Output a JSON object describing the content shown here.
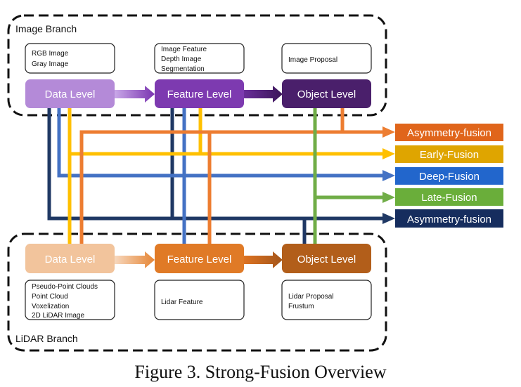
{
  "image_branch": {
    "title": "Image Branch",
    "levels": {
      "data": "Data Level",
      "feature": "Feature Level",
      "object": "Object Level"
    },
    "notes": {
      "data": [
        "RGB Image",
        "Gray Image"
      ],
      "feature": [
        "Image Feature",
        "Depth Image",
        "Segmentation"
      ],
      "object": [
        "Image Proposal"
      ]
    }
  },
  "lidar_branch": {
    "title": "LiDAR Branch",
    "levels": {
      "data": "Data Level",
      "feature": "Feature Level",
      "object": "Object Level"
    },
    "notes": {
      "data": [
        "Pseudo-Point Clouds",
        "Point Cloud",
        "Voxelization",
        "2D LiDAR Image"
      ],
      "feature": [
        "Lidar Feature"
      ],
      "object": [
        "Lidar Proposal",
        "Frustum"
      ]
    }
  },
  "fusion_outputs": [
    {
      "label": "Asymmetry-fusion",
      "color": "#E0651B"
    },
    {
      "label": "Early-Fusion",
      "color": "#E6A800"
    },
    {
      "label": "Deep-Fusion",
      "color": "#2266CC"
    },
    {
      "label": "Late-Fusion",
      "color": "#6AAE3A"
    },
    {
      "label": "Asymmetry-fusion",
      "color": "#162D5E"
    }
  ],
  "colors": {
    "image_data": "#B48AD8",
    "image_feature": "#7D3AB0",
    "image_object": "#4A1F6B",
    "lidar_data": "#F2C49C",
    "lidar_feature": "#E07A26",
    "lidar_object": "#B25E1A",
    "line_orange": "#ED7D31",
    "line_yellow": "#FFC000",
    "line_blue": "#4472C4",
    "line_green": "#70AD47",
    "line_navy": "#1F3864"
  },
  "caption": "Figure 3. Strong-Fusion Overview"
}
